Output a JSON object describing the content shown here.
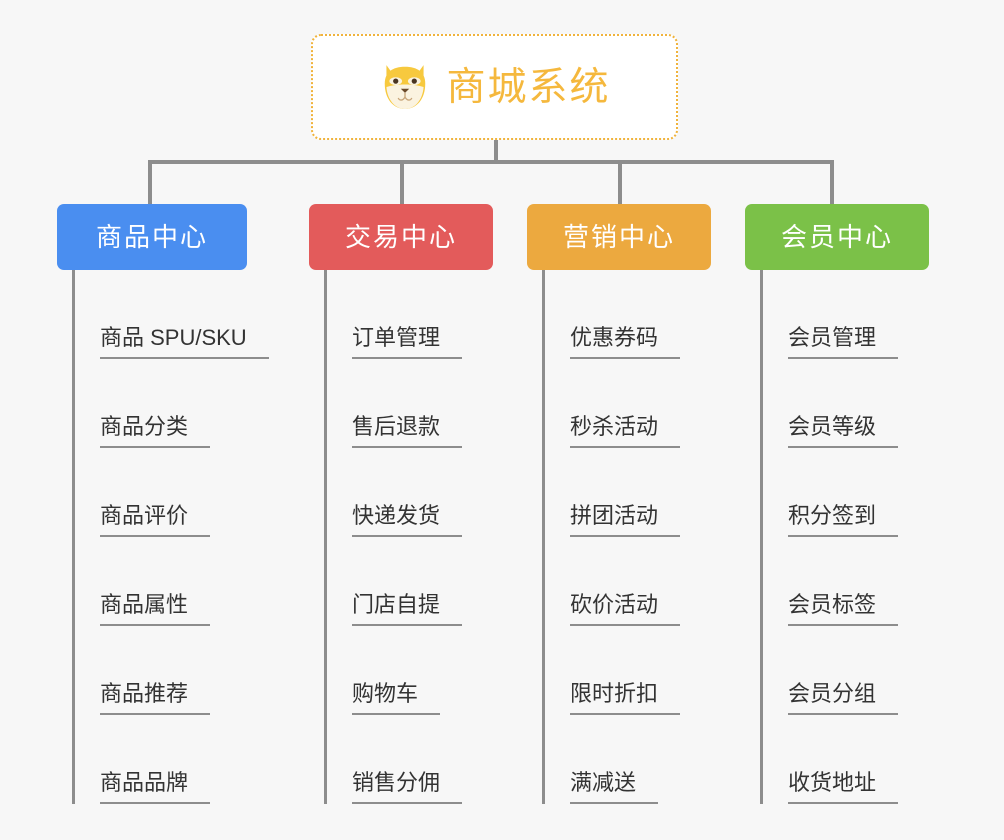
{
  "root": {
    "title": "商城系统",
    "icon": "shiba-dog-face-icon",
    "title_color": "#f5b83d",
    "border_color": "#f0b33c"
  },
  "theme": {
    "background": "#f7f7f7",
    "connector_color": "#8d8d8d",
    "leaf_text_color": "#333333"
  },
  "columns": [
    {
      "label": "商品中心",
      "color": "#4a8ef0",
      "items": [
        "商品 SPU/SKU",
        "商品分类",
        "商品评价",
        "商品属性",
        "商品推荐",
        "商品品牌"
      ]
    },
    {
      "label": "交易中心",
      "color": "#e35b5b",
      "items": [
        "订单管理",
        "售后退款",
        "快递发货",
        "门店自提",
        "购物车",
        "销售分佣"
      ]
    },
    {
      "label": "营销中心",
      "color": "#eca93f",
      "items": [
        "优惠券码",
        "秒杀活动",
        "拼团活动",
        "砍价活动",
        "限时折扣",
        "满减送"
      ]
    },
    {
      "label": "会员中心",
      "color": "#7bc148",
      "items": [
        "会员管理",
        "会员等级",
        "积分签到",
        "会员标签",
        "会员分组",
        "收货地址"
      ]
    }
  ]
}
